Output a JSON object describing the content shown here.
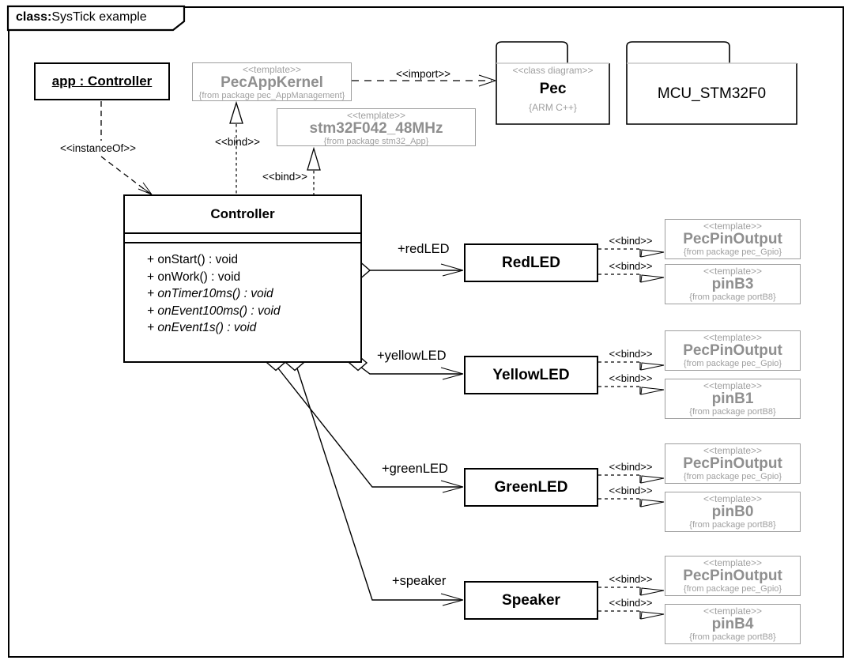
{
  "frame": {
    "title_bold": "class:",
    "title_rest": "SysTick example"
  },
  "labels": {
    "instance_of": "<<instanceOf>>",
    "bind": "<<bind>>",
    "import": "<<import>>"
  },
  "app_instance": {
    "label": "app : Controller"
  },
  "pec_app_kernel": {
    "stereotype": "<<template>>",
    "name": "PecAppKernel",
    "from": "{from package pec_AppManagement}"
  },
  "stm32_template": {
    "stereotype": "<<template>>",
    "name": "stm32F042_48MHz",
    "from": "{from package stm32_App}"
  },
  "pec_package": {
    "stereotype": "<<class diagram>>",
    "name": "Pec",
    "tag": "{ARM C++}"
  },
  "mcu_package": {
    "name": "MCU_STM32F0"
  },
  "controller": {
    "name": "Controller",
    "methods": [
      "+ onStart() : void",
      "+ onWork() : void",
      "+ onTimer10ms() : void",
      "+ onEvent100ms() : void",
      "+ onEvent1s() : void"
    ]
  },
  "components": [
    {
      "name": "RedLED",
      "role": "+redLED",
      "templates": [
        {
          "stereotype": "<<template>>",
          "name": "PecPinOutput",
          "from": "{from package pec_Gpio}"
        },
        {
          "stereotype": "<<template>>",
          "name": "pinB3",
          "from": "{from package portB8}"
        }
      ]
    },
    {
      "name": "YellowLED",
      "role": "+yellowLED",
      "templates": [
        {
          "stereotype": "<<template>>",
          "name": "PecPinOutput",
          "from": "{from package pec_Gpio}"
        },
        {
          "stereotype": "<<template>>",
          "name": "pinB1",
          "from": "{from package portB8}"
        }
      ]
    },
    {
      "name": "GreenLED",
      "role": "+greenLED",
      "templates": [
        {
          "stereotype": "<<template>>",
          "name": "PecPinOutput",
          "from": "{from package pec_Gpio}"
        },
        {
          "stereotype": "<<template>>",
          "name": "pinB0",
          "from": "{from package portB8}"
        }
      ]
    },
    {
      "name": "Speaker",
      "role": "+speaker",
      "templates": [
        {
          "stereotype": "<<template>>",
          "name": "PecPinOutput",
          "from": "{from package pec_Gpio}"
        },
        {
          "stereotype": "<<template>>",
          "name": "pinB4",
          "from": "{from package portB8}"
        }
      ]
    }
  ],
  "colors": {
    "line_black": "#000000",
    "gray_border": "#9e9e9e",
    "gray_text": "#a0a0a0",
    "gray_name": "#8f8f8f",
    "folder_divider": "#c8c8c8"
  }
}
